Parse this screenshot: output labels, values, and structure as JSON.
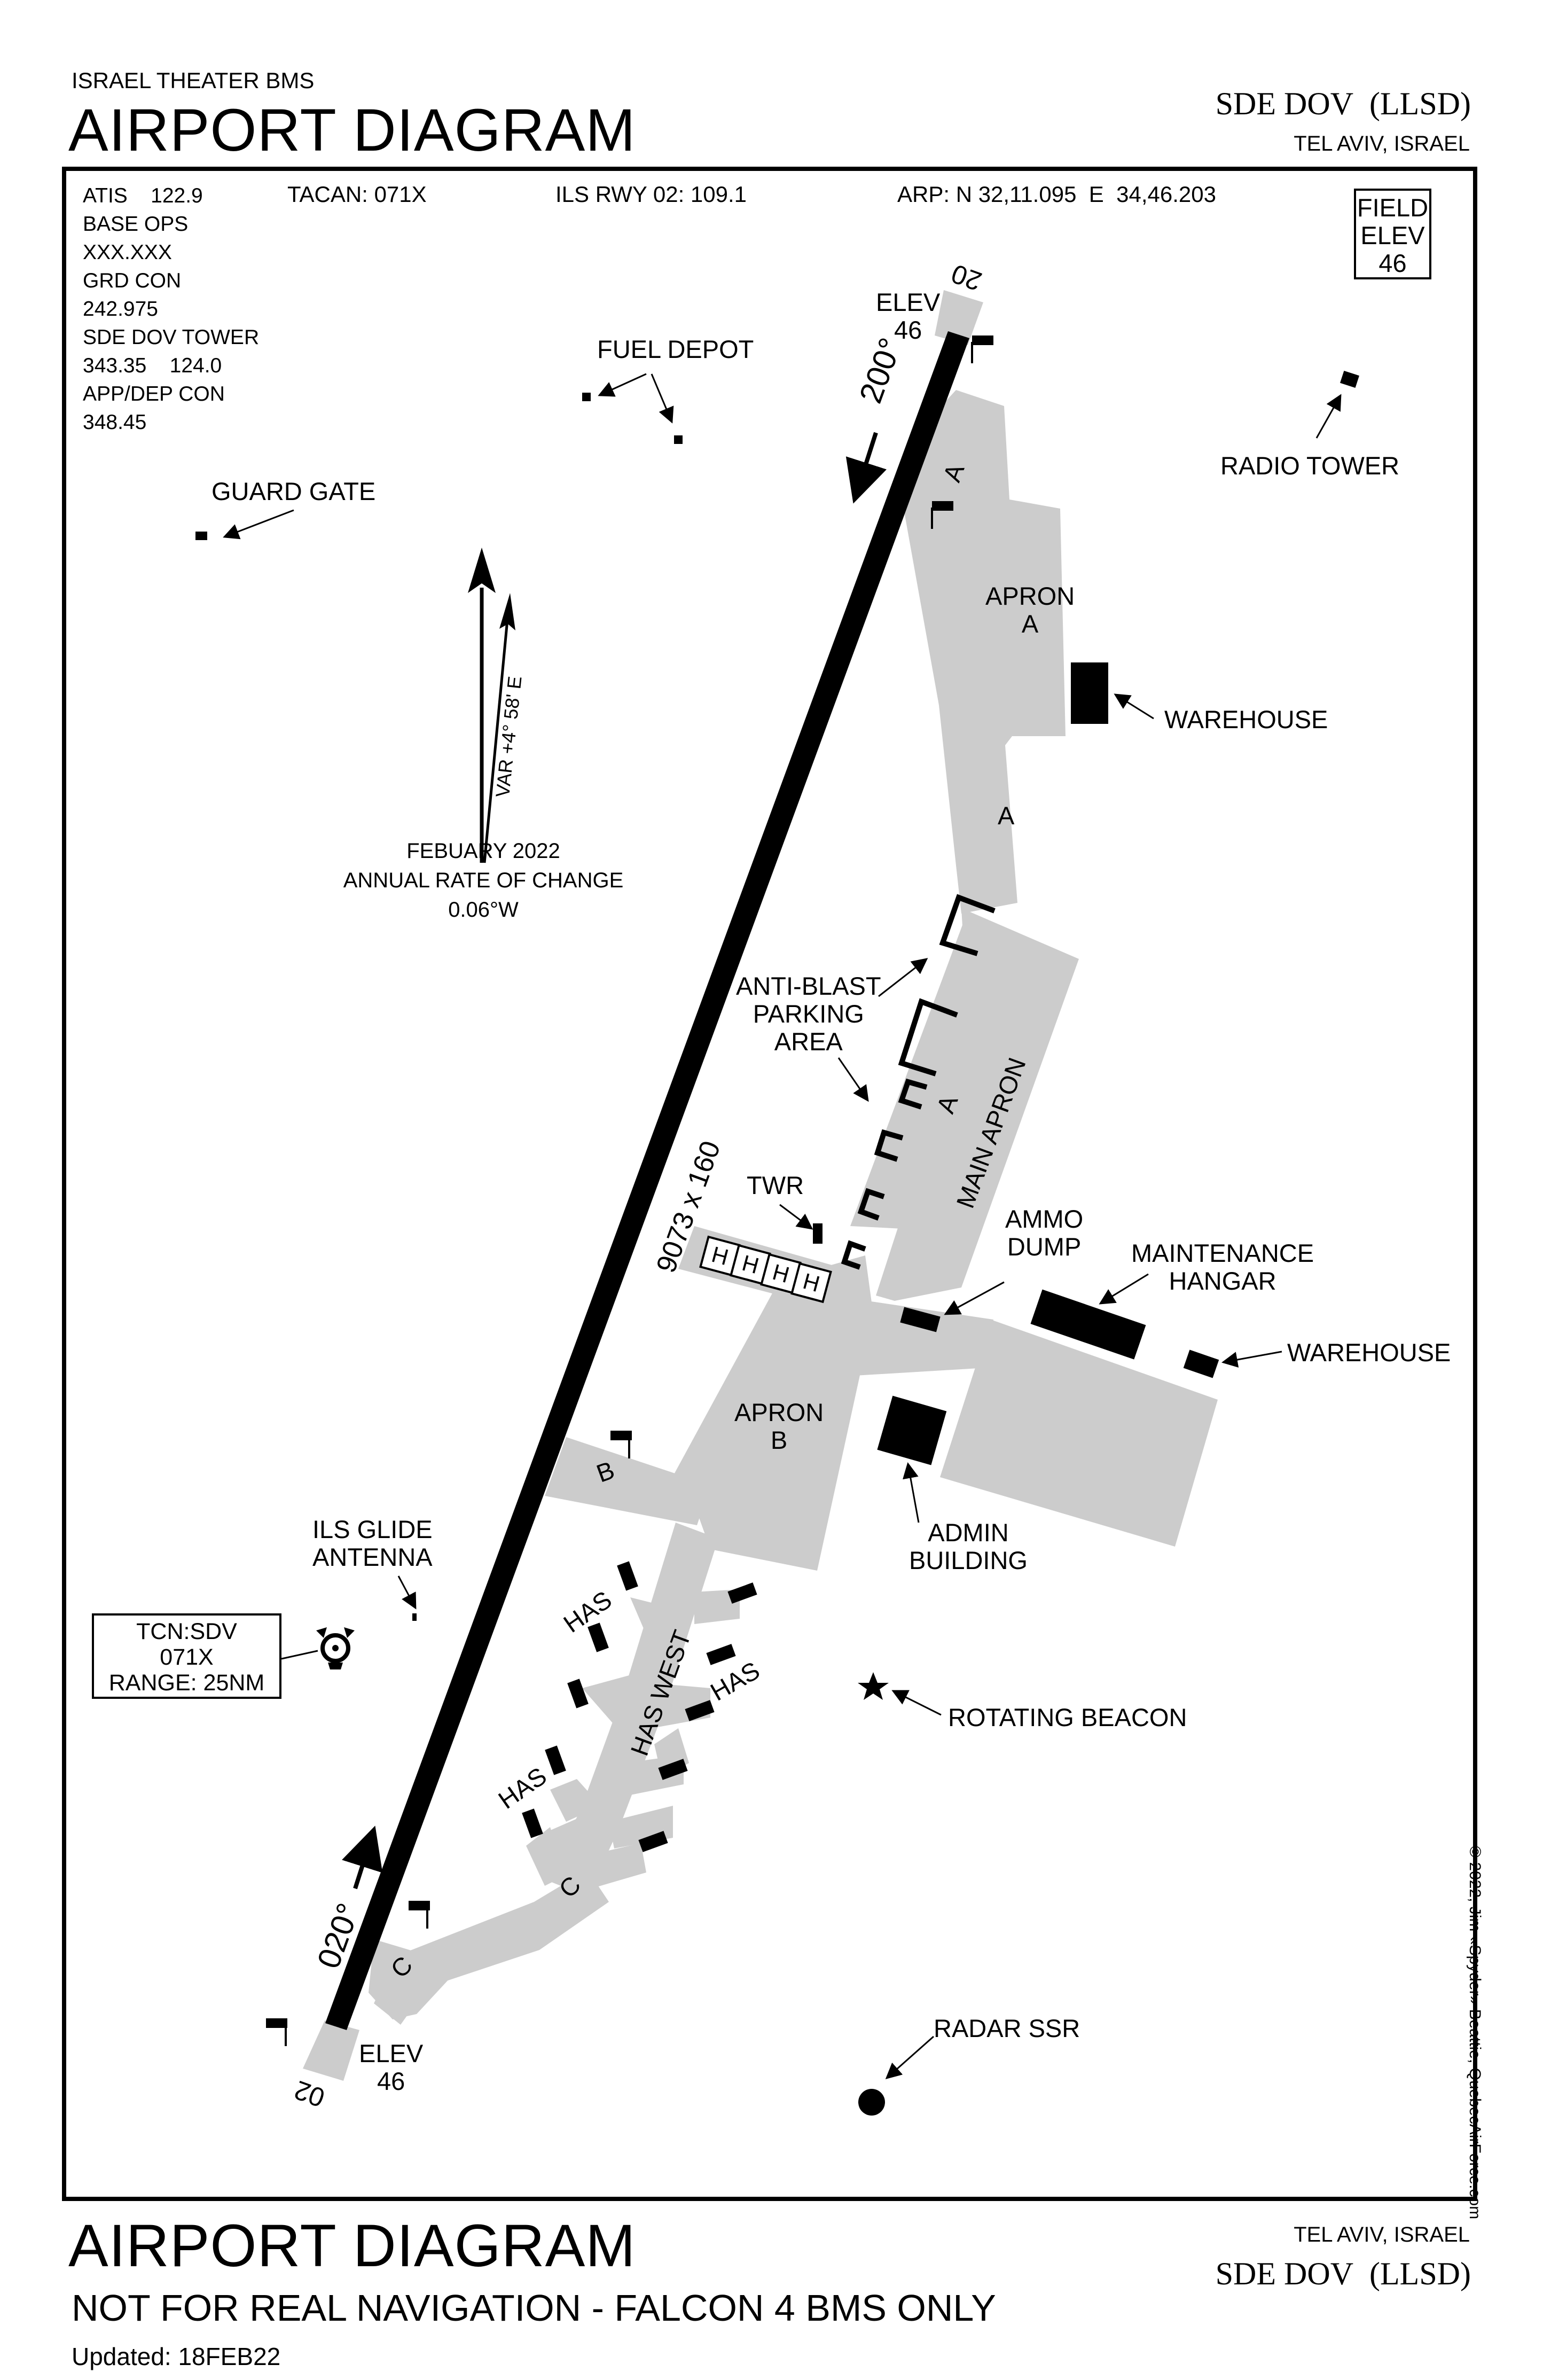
{
  "header": {
    "theater": "ISRAEL THEATER BMS",
    "title": "AIRPORT DIAGRAM",
    "airport": "SDE DOV",
    "icao": "(LLSD)",
    "city": "TEL AVIV, ISRAEL"
  },
  "frequencies": {
    "lines": [
      "ATIS    122.9",
      "BASE OPS",
      "XXX.XXX",
      "GRD CON",
      "242.975",
      "SDE DOV TOWER",
      "343.35    124.0",
      "APP/DEP CON",
      "348.45"
    ]
  },
  "info": {
    "tacan": "TACAN: 071X",
    "ils": "ILS RWY 02: 109.1",
    "arp": "ARP: N 32,11.095  E  34,46.203"
  },
  "field_elev": {
    "line1": "FIELD",
    "line2": "ELEV",
    "value": "46"
  },
  "runway": {
    "dims": "9073 x 160",
    "north_end": "20",
    "south_end": "02",
    "heading_north": "200°",
    "heading_south": "020°",
    "elev_label": "ELEV",
    "elev_value": "46"
  },
  "magnetic": {
    "var": "VAR +4° 58' E",
    "date": "FEBUARY 2022",
    "rate_label": "ANNUAL RATE OF CHANGE",
    "rate": "0.06°W"
  },
  "labels": {
    "fuel_depot": "FUEL DEPOT",
    "guard_gate": "GUARD GATE",
    "radio_tower": "RADIO TOWER",
    "apron_a": "APRON",
    "apron_a2": "A",
    "warehouse1": "WAREHOUSE",
    "anti_blast_1": "ANTI-BLAST",
    "anti_blast_2": "PARKING",
    "anti_blast_3": "AREA",
    "main_apron": "MAIN APRON",
    "twr": "TWR",
    "ammo_1": "AMMO",
    "ammo_2": "DUMP",
    "maint_1": "MAINTENANCE",
    "maint_2": "HANGAR",
    "warehouse2": "WAREHOUSE",
    "apron_b": "APRON",
    "apron_b2": "B",
    "admin_1": "ADMIN",
    "admin_2": "BUILDING",
    "ils_glide_1": "ILS GLIDE",
    "ils_glide_2": "ANTENNA",
    "tcn_1": "TCN:SDV",
    "tcn_2": "071X",
    "tcn_3": "RANGE: 25NM",
    "has": "HAS",
    "has_west": "HAS WEST",
    "rotating_beacon": "ROTATING BEACON",
    "radar": "RADAR SSR",
    "twy_a": "A",
    "twy_b": "B",
    "twy_c": "C",
    "h": "H"
  },
  "footer": {
    "title": "AIRPORT DIAGRAM",
    "disclaimer": "NOT FOR REAL NAVIGATION - FALCON 4 BMS ONLY",
    "updated": "Updated: 18FEB22",
    "city": "TEL AVIV, ISRAEL",
    "airport": "SDE DOV",
    "icao": "(LLSD)",
    "copyright": "© 2022, Jim «Spyder» Beattie, QuebecAirForce.com"
  },
  "colors": {
    "pavement": "#cccccc",
    "ink": "#000000",
    "paper": "#ffffff"
  }
}
